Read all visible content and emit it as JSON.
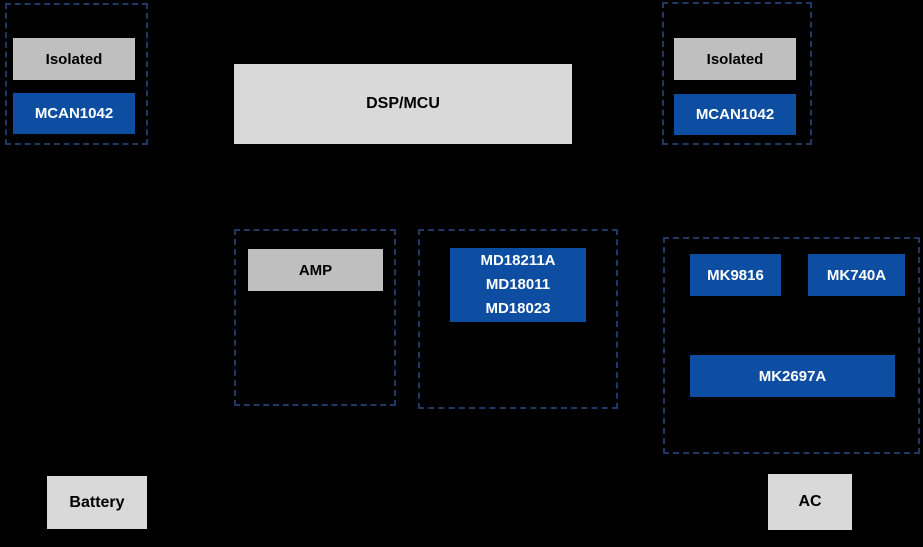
{
  "diagram": {
    "title": "system-block-diagram",
    "dsp_mcu": {
      "label": "DSP/MCU"
    },
    "left_isolated": {
      "type_label": "Isolated",
      "part": "MCAN1042"
    },
    "right_isolated": {
      "type_label": "Isolated",
      "part": "MCAN1042"
    },
    "amp": {
      "label": "AMP"
    },
    "motor_driver_group": {
      "parts": [
        "MD18211A",
        "MD18011",
        "MD18023"
      ]
    },
    "ac_stage_group": {
      "part_top_left": "MK9816",
      "part_top_right": "MK740A",
      "part_bottom": "MK2697A"
    },
    "battery": {
      "label": "Battery"
    },
    "ac": {
      "label": "AC"
    }
  },
  "colors": {
    "bg": "#000000",
    "blue": "#0D4EA2",
    "gray_light": "#D9D9D9",
    "gray_mid": "#BFBFBF",
    "dash": "#1F3864",
    "text_dark": "#000000",
    "text_light": "#FFFFFF"
  }
}
